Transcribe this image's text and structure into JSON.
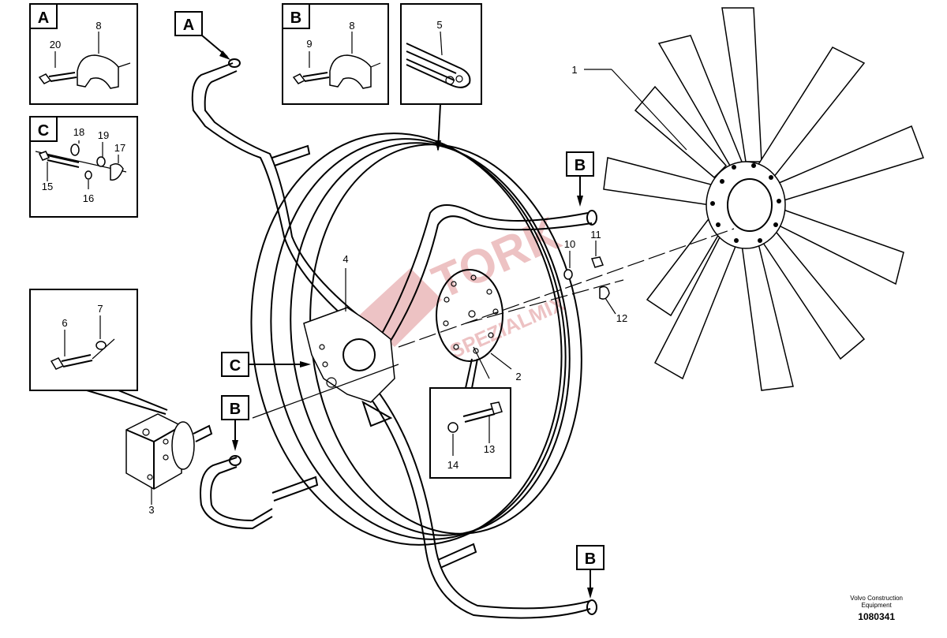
{
  "part_numbers": [
    "1",
    "2",
    "3",
    "4",
    "5",
    "6",
    "7",
    "8",
    "8",
    "9",
    "10",
    "11",
    "12",
    "13",
    "14",
    "15",
    "16",
    "17",
    "18",
    "19",
    "20"
  ],
  "callouts": {
    "a": "A",
    "b": "B",
    "c": "C"
  },
  "watermark": {
    "line1": "TORK",
    "line2": "SPEZIALMIX"
  },
  "footer": {
    "brand_line1": "Volvo Construction",
    "brand_line2": "Equipment",
    "figure_number": "1080341"
  },
  "colors": {
    "line": "#000000",
    "watermark": "#c0282d",
    "background": "#ffffff"
  }
}
